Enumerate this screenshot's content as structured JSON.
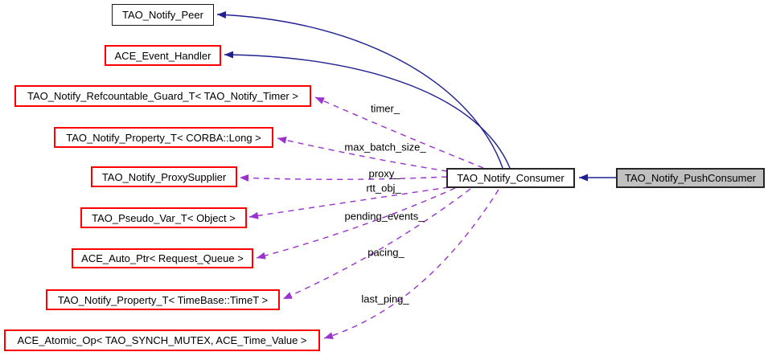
{
  "colors": {
    "inheritance_edge": "#202090",
    "usage_edge": "#9a32cd",
    "linked_node_border": "#ff0000",
    "plain_node_border": "#1a1a1a",
    "current_node_fill": "#c0c0c0",
    "background": "#ffffff"
  },
  "nodes": {
    "peer": {
      "label": "TAO_Notify_Peer"
    },
    "event_handler": {
      "label": "ACE_Event_Handler"
    },
    "refcount_guard": {
      "label": "TAO_Notify_Refcountable_Guard_T< TAO_Notify_Timer >"
    },
    "prop_long": {
      "label": "TAO_Notify_Property_T< CORBA::Long >"
    },
    "proxy_supplier": {
      "label": "TAO_Notify_ProxySupplier"
    },
    "pseudo_var": {
      "label": "TAO_Pseudo_Var_T< Object >"
    },
    "auto_ptr": {
      "label": "ACE_Auto_Ptr< Request_Queue >"
    },
    "prop_timet": {
      "label": "TAO_Notify_Property_T< TimeBase::TimeT >"
    },
    "atomic_op": {
      "label": "ACE_Atomic_Op< TAO_SYNCH_MUTEX, ACE_Time_Value >"
    },
    "consumer": {
      "label": "TAO_Notify_Consumer"
    },
    "push_consumer": {
      "label": "TAO_Notify_PushConsumer"
    }
  },
  "edge_labels": {
    "timer": "timer_",
    "max_batch_size": "max_batch_size_",
    "proxy": "proxy_",
    "rtt_obj": "rtt_obj_",
    "pending_events": "pending_events_",
    "pacing": "pacing_",
    "last_ping": "last_ping_"
  },
  "edges": [
    {
      "from": "TAO_Notify_PushConsumer",
      "to": "TAO_Notify_Consumer",
      "type": "inheritance"
    },
    {
      "from": "TAO_Notify_Consumer",
      "to": "TAO_Notify_Peer",
      "type": "inheritance"
    },
    {
      "from": "TAO_Notify_Consumer",
      "to": "ACE_Event_Handler",
      "type": "inheritance"
    },
    {
      "from": "TAO_Notify_Consumer",
      "to": "TAO_Notify_Refcountable_Guard_T< TAO_Notify_Timer >",
      "type": "usage",
      "member": "timer_"
    },
    {
      "from": "TAO_Notify_Consumer",
      "to": "TAO_Notify_Property_T< CORBA::Long >",
      "type": "usage",
      "member": "max_batch_size_"
    },
    {
      "from": "TAO_Notify_Consumer",
      "to": "TAO_Notify_ProxySupplier",
      "type": "usage",
      "member": "proxy_"
    },
    {
      "from": "TAO_Notify_Consumer",
      "to": "TAO_Pseudo_Var_T< Object >",
      "type": "usage",
      "member": "rtt_obj_"
    },
    {
      "from": "TAO_Notify_Consumer",
      "to": "ACE_Auto_Ptr< Request_Queue >",
      "type": "usage",
      "member": "pending_events_"
    },
    {
      "from": "TAO_Notify_Consumer",
      "to": "TAO_Notify_Property_T< TimeBase::TimeT >",
      "type": "usage",
      "member": "pacing_"
    },
    {
      "from": "TAO_Notify_Consumer",
      "to": "ACE_Atomic_Op< TAO_SYNCH_MUTEX, ACE_Time_Value >",
      "type": "usage",
      "member": "last_ping_"
    }
  ]
}
